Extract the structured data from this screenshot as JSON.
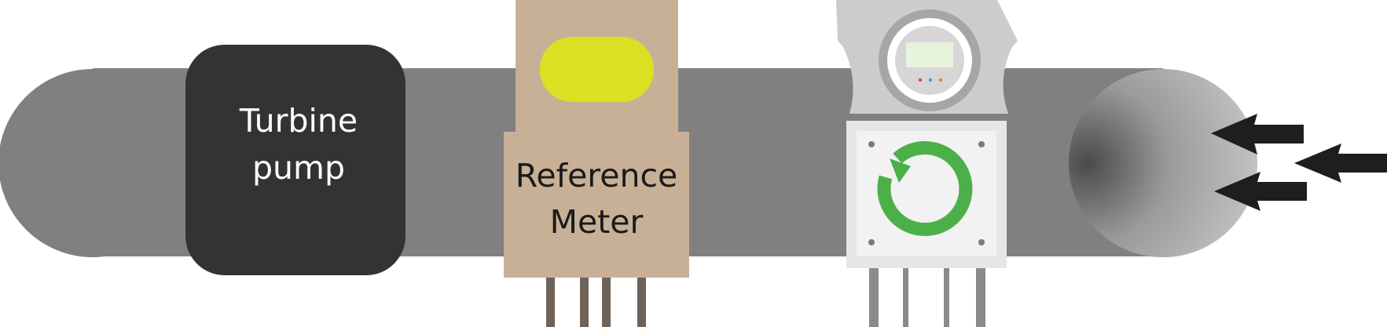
{
  "components": {
    "turbine_pump": {
      "label_line1": "Turbine",
      "label_line2": "pump"
    },
    "reference_meter": {
      "label_line1": "Reference",
      "label_line2": "Meter"
    },
    "device_under_test": {
      "led_colors": [
        "#e0463c",
        "#3aa0d8",
        "#e08a2a"
      ]
    },
    "flow_arrows": {
      "count": 3
    }
  },
  "colors": {
    "pipe": "#808080",
    "pump_body": "#333333",
    "reference_meter_body": "#c8b097",
    "reference_meter_indicator": "#dbe022",
    "meter_housing": "#cccccc",
    "meter_panel": "#e6e6e6",
    "meter_display": "#e8f3dc",
    "rotation_arrow": "#4cb049",
    "arrow": "#1e1e1e",
    "reference_meter_legs": "#6e6259",
    "meter_legs": "#8a8a8a"
  }
}
